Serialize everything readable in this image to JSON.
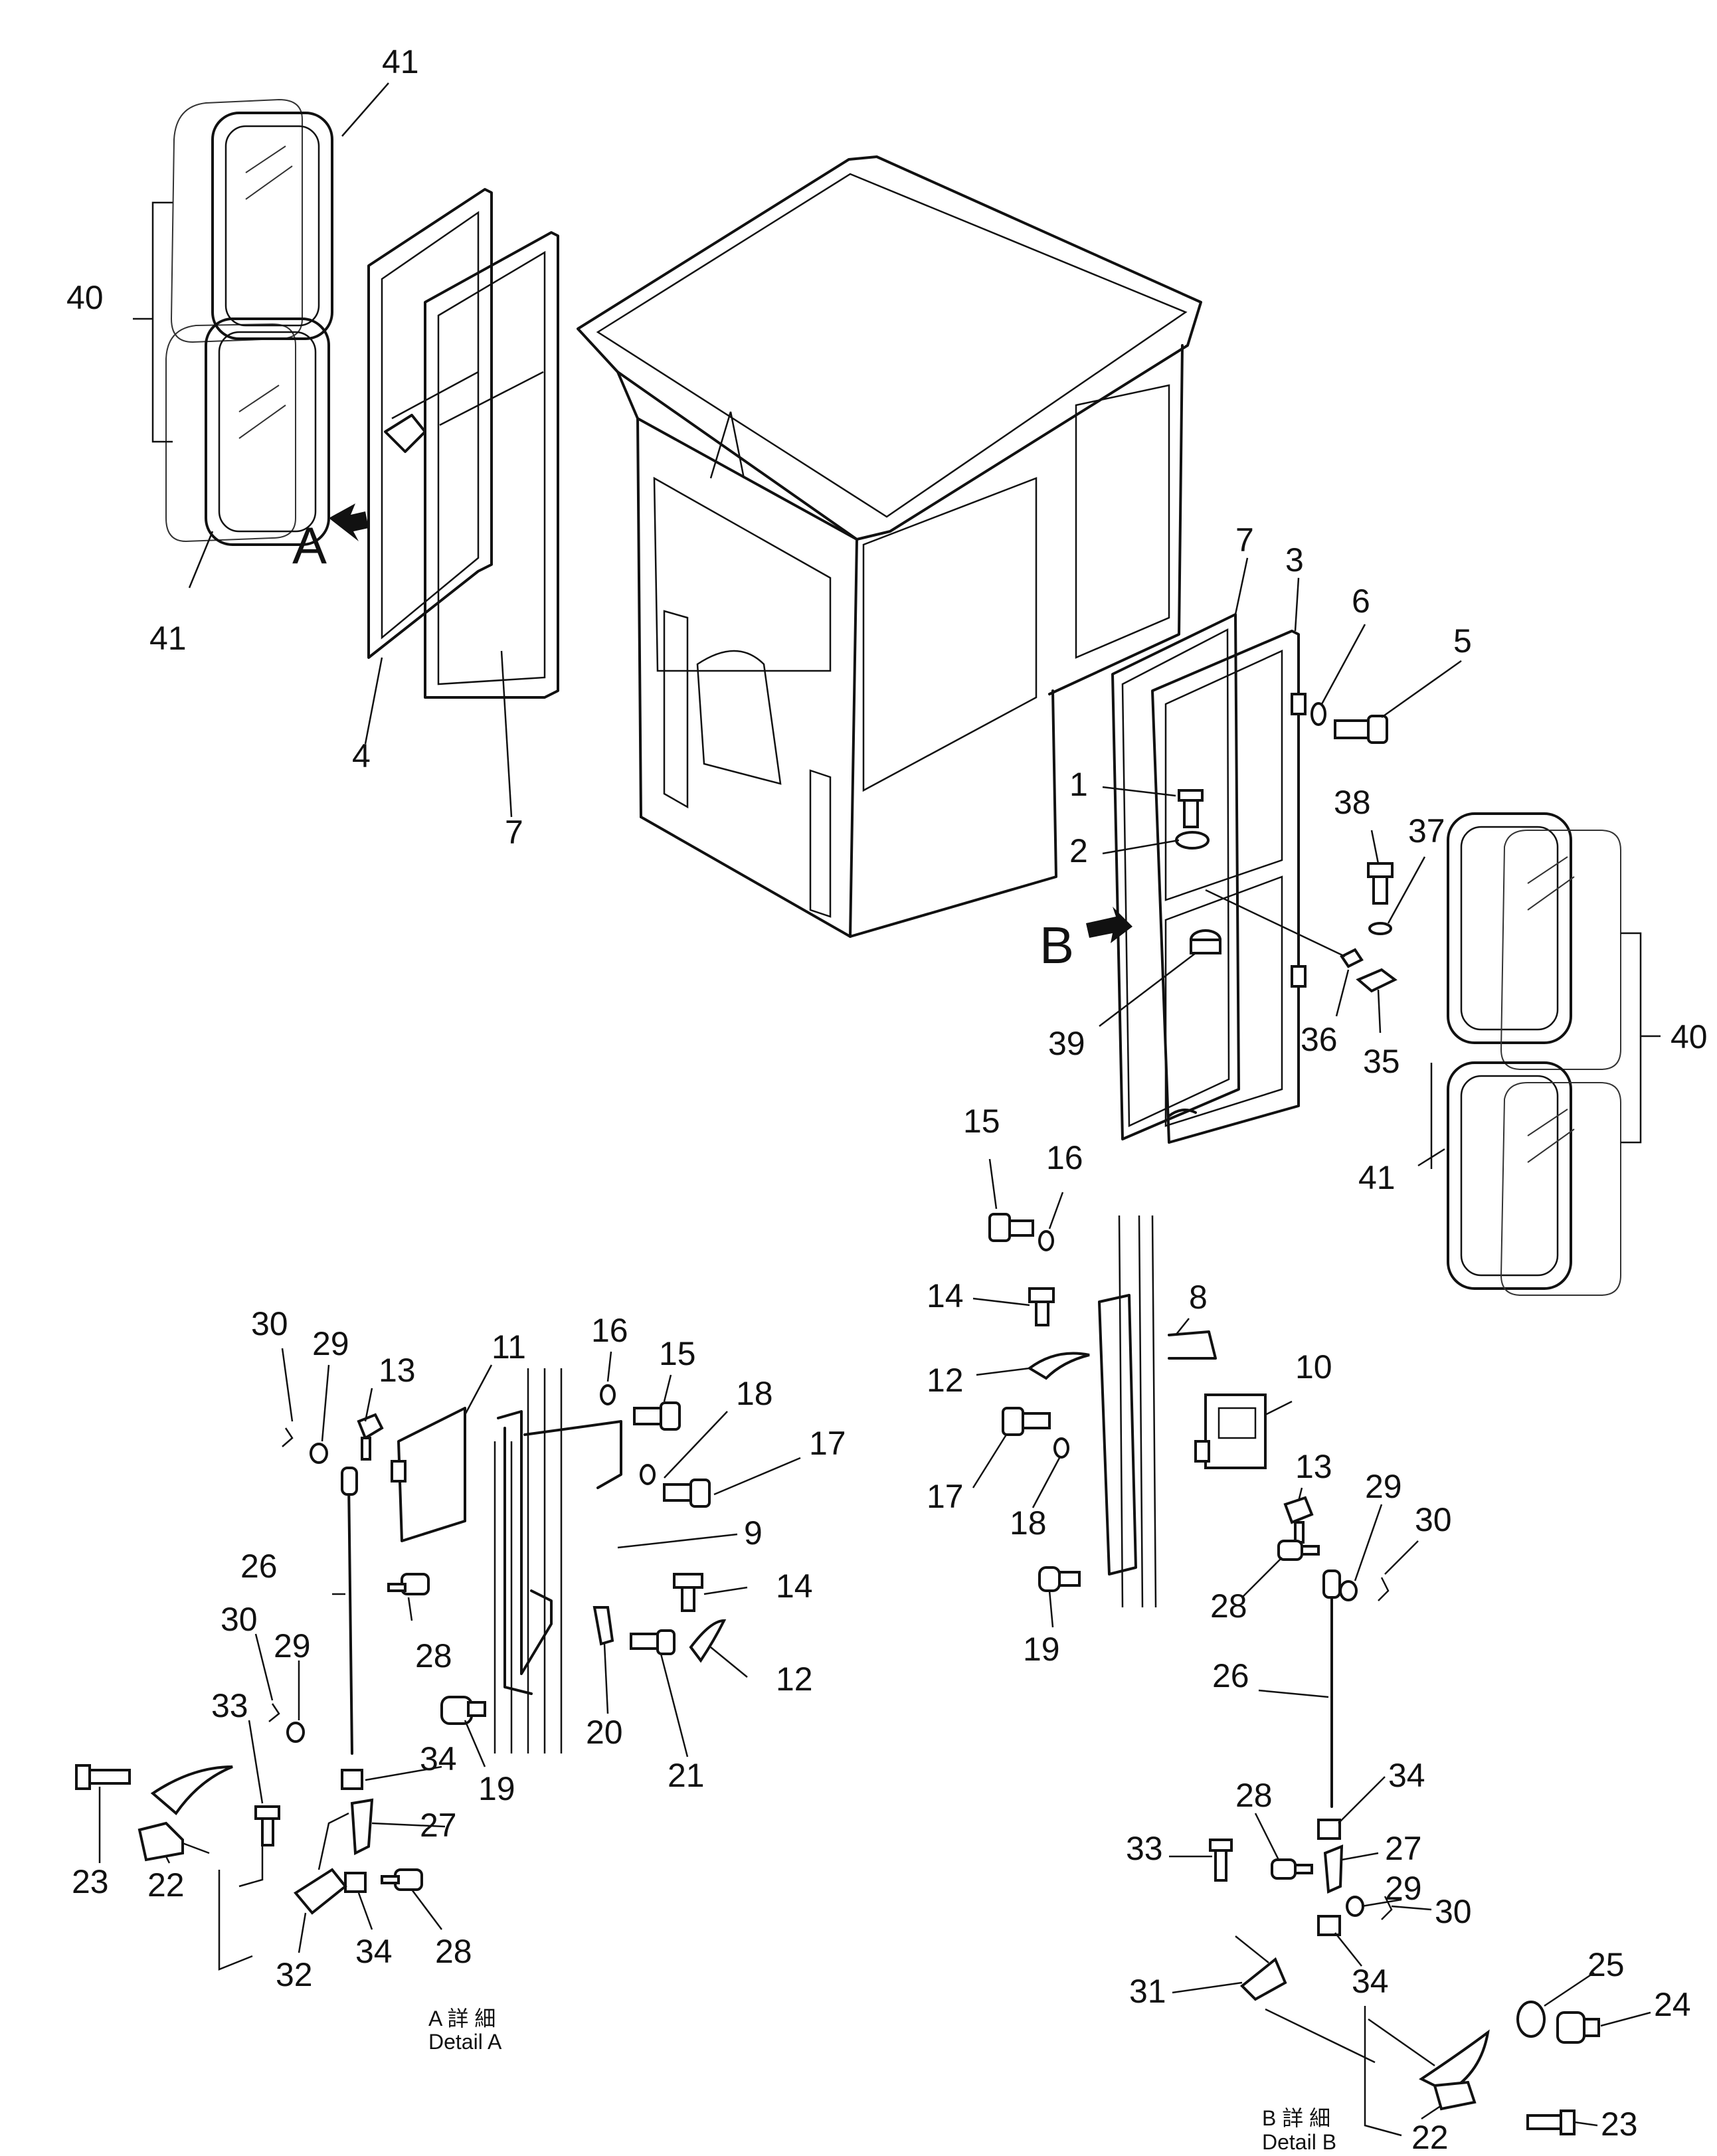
{
  "view_arrows": [
    {
      "id": "A",
      "label": "A"
    },
    {
      "id": "B",
      "label": "B"
    }
  ],
  "captions": {
    "detail_a_jp": "A 詳 細",
    "detail_a": "Detail A",
    "detail_b_jp": "B 詳 細",
    "detail_b": "Detail B"
  },
  "callouts": {
    "top_left": [
      "41",
      "40",
      "41",
      "4",
      "7"
    ],
    "right_door": [
      "7",
      "3",
      "6",
      "5",
      "1",
      "2",
      "38",
      "37",
      "39",
      "36",
      "35",
      "40",
      "41"
    ],
    "detail_a": [
      "30",
      "29",
      "13",
      "11",
      "16",
      "15",
      "18",
      "17",
      "9",
      "26",
      "28",
      "14",
      "12",
      "30",
      "29",
      "33",
      "34",
      "27",
      "19",
      "20",
      "21",
      "23",
      "22",
      "32",
      "34",
      "28"
    ],
    "detail_b": [
      "15",
      "16",
      "14",
      "8",
      "12",
      "10",
      "17",
      "18",
      "13",
      "29",
      "30",
      "28",
      "19",
      "26",
      "34",
      "28",
      "33",
      "27",
      "29",
      "30",
      "31",
      "34",
      "25",
      "24",
      "22",
      "23"
    ]
  }
}
